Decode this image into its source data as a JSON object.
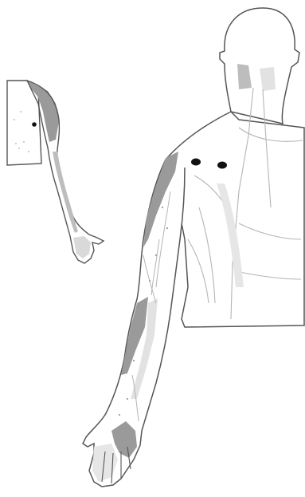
{
  "figure": {
    "subject": "",
    "views": [
      {
        "id": "small-arm-view"
      },
      {
        "id": "large-back-view"
      }
    ]
  },
  "colors": {
    "background": "#ffffff",
    "outline": "#555555",
    "body_fill": "#ffffff",
    "pain_shade": "#9a9a9a",
    "light_shade": "#d9d9d9",
    "muscle_line": "#b5b5b5",
    "trigger_point": "#111111"
  },
  "icons": {
    "trigger_point": "trigger-point-marker",
    "zone": "referred-pain-zone"
  }
}
